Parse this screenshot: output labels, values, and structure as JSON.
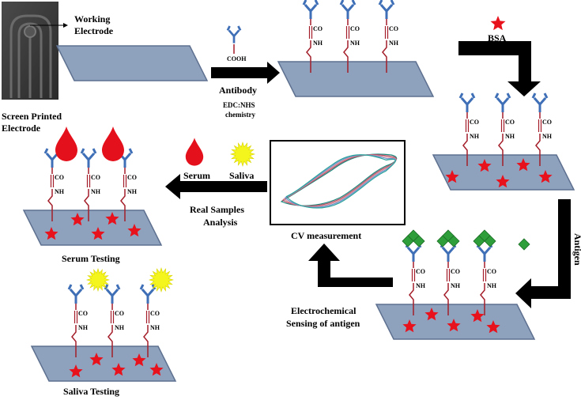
{
  "labels": {
    "working_electrode": [
      "Working",
      "Electrode"
    ],
    "screen_printed": [
      "Screen Printed",
      "Electrode"
    ],
    "antibody": "Antibody",
    "edc": [
      "EDC:NHS",
      "chemistry"
    ],
    "cooh": "COOH",
    "bsa": "BSA",
    "antigen": "Antigen",
    "cv_measurement": "CV measurement",
    "electrochemical": [
      "Electrochemical",
      "Sensing of antigen"
    ],
    "real_samples": [
      "Real Samples",
      "Analysis"
    ],
    "serum": "Serum",
    "saliva": "Saliva",
    "serum_testing": "Serum Testing",
    "saliva_testing": "Saliva Testing"
  },
  "linker": {
    "co": "CO",
    "nh": "NH"
  },
  "colors": {
    "plate": "#8fa2bd",
    "plate_edge": "#5e7090",
    "antibody": "#3f6fb6",
    "linker": "#a41e2a",
    "star": "#e8121d",
    "drop": "#e4101b",
    "burst": "#f5f51e",
    "antigen": "#2e9e3a",
    "arrow": "#000000",
    "cv_curves": [
      "#1a8a7c",
      "#b44d6a",
      "#d98b8b",
      "#6f8fd0",
      "#2aa39a"
    ]
  }
}
